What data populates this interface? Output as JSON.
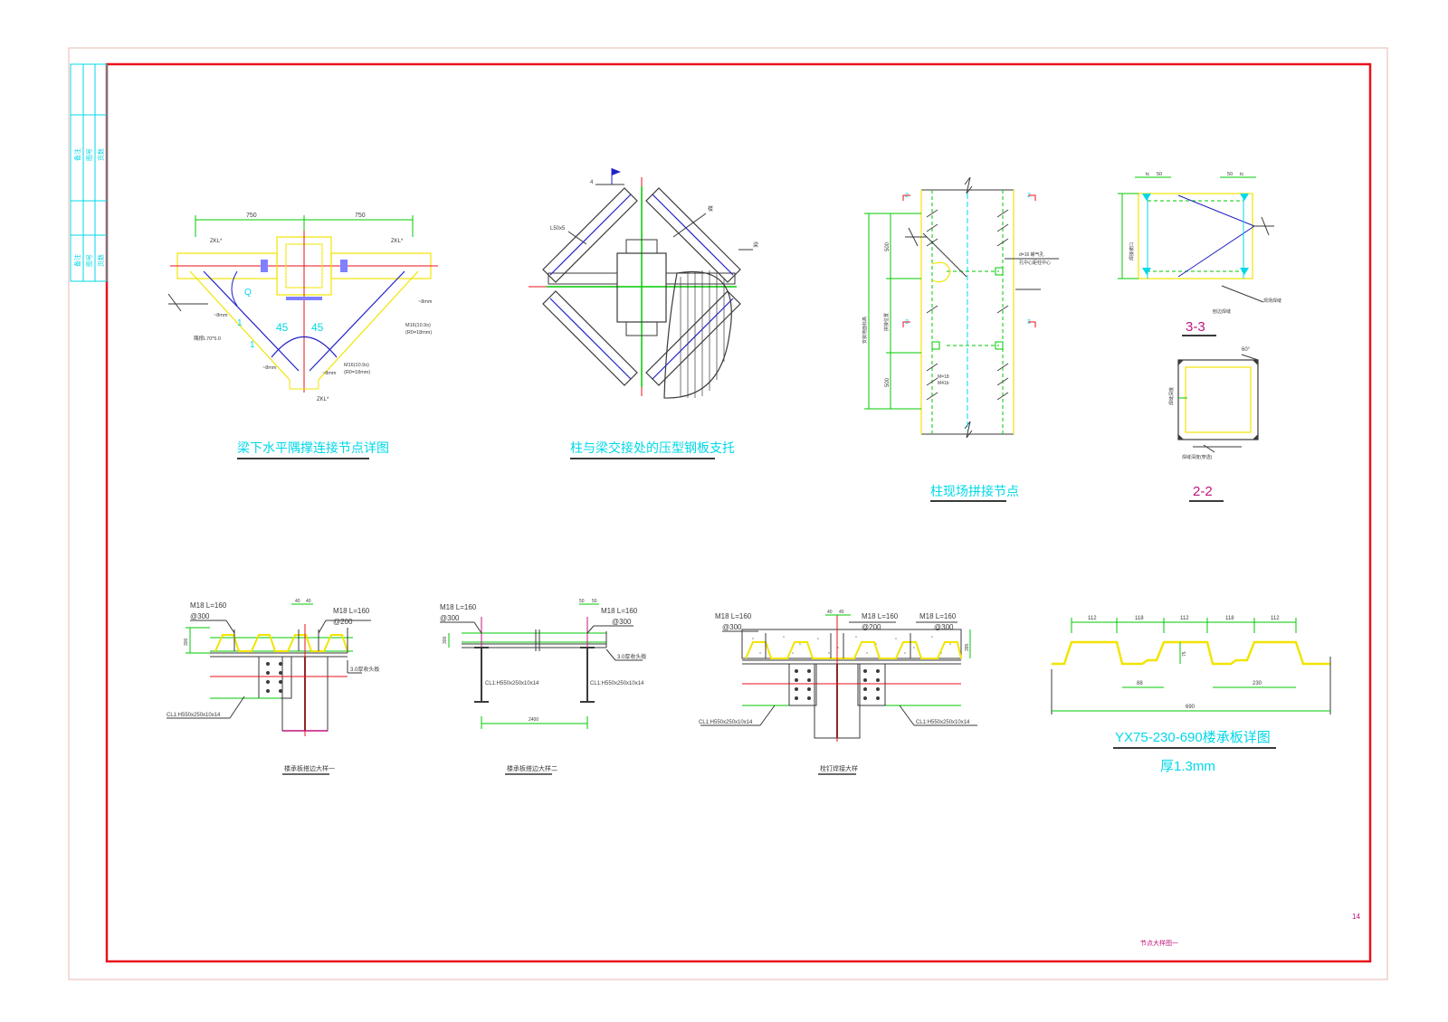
{
  "title_block": {
    "col_a": "备注",
    "col_b": "图号",
    "col_c": "页数"
  },
  "details": {
    "d1": {
      "title": "梁下水平隅撑连接节点详图",
      "dim_left": "750",
      "dim_right": "750",
      "angle_a": "45",
      "angle_b": "45",
      "note_m16_a": "M16(10.9s)",
      "note_m16_a2": "(R0=18mm)",
      "note_m16_b": "M16(10.9s)",
      "note_m16_b2": "(R0=18mm)",
      "note_8mm_a": "~8mm",
      "note_8mm_b": "~8mm",
      "note_8mm_c": "~8mm",
      "note_8mm_d": "~8mm",
      "note_plate": "隅撑L70*5.0",
      "label_gl_left": "ZKL*",
      "label_gl_right": "ZKL*",
      "label_gl_bottom": "ZKL*",
      "label_1a": "1",
      "label_1b": "1",
      "label_q": "Q"
    },
    "d2": {
      "title": "柱与梁交接处的压型钢板支托",
      "label_l50": "L50x5",
      "label_4": "4",
      "label_top": "楼",
      "label_right": "梁"
    },
    "d3": {
      "title": "柱现场拼接节点",
      "dim_500a": "500",
      "dim_500b": "500",
      "note_d16": "d=16 螺气孔",
      "note_d16b": "孔中心距柱中心",
      "note_m16": "M=18",
      "note_m16b": "M41b",
      "label_2a": "2",
      "label_2b": "2",
      "label_3a": "3",
      "label_3b": "3",
      "side_text": "安装地面标高",
      "side_text2": "拼接位置"
    },
    "d4": {
      "title_33": "3-3",
      "title_22": "2-2",
      "dim_50a": "50",
      "dim_50b": "50",
      "dim_tc_a": "tc",
      "dim_tc_b": "tc",
      "angle_60": "60°",
      "note_a": "现场焊缝",
      "note_b": "刨边焊缝",
      "note_c": "焊接坡口",
      "note_d": "焊缝深度(穿透)",
      "side_22": "焊缝深度"
    },
    "d5": {
      "caption": "楼承板搭边大样一",
      "bolt_a": "M18 L=160",
      "bolt_a2": "@300",
      "bolt_b": "M18 L=160",
      "bolt_b2": "@200",
      "dim_40a": "40",
      "dim_40b": "40",
      "dim_300": "300",
      "note_plate": "3.0厚收头板",
      "beam": "CL1:H550x250x10x14"
    },
    "d6": {
      "caption": "楼承板搭边大样二",
      "bolt_a": "M18 L=160",
      "bolt_a2": "@300",
      "bolt_b": "M18 L=160",
      "bolt_b2": "@300",
      "dim_50a": "50",
      "dim_50b": "50",
      "dim_300": "300",
      "dim_2400": "2400",
      "note_plate": "3.0厚收头板",
      "beam_a": "CL1:H550x250x10x14",
      "beam_b": "CL1:H550x250x10x14"
    },
    "d7": {
      "caption": "栓钉焊接大样",
      "bolt_a": "M18 L=160",
      "bolt_a2": "@300",
      "bolt_b": "M18 L=160",
      "bolt_b2": "@200",
      "bolt_c": "M18 L=160",
      "bolt_c2": "@300",
      "dim_40a": "40",
      "dim_40b": "40",
      "dim_395": "395",
      "beam_a": "CL1:H550x250x10x14",
      "beam_b": "CL1:H550x250x10x14"
    },
    "d8": {
      "title": "YX75-230-690楼承板详图",
      "subtitle": "厚1.3mm",
      "dim_112a": "112",
      "dim_118a": "118",
      "dim_112b": "112",
      "dim_118b": "118",
      "dim_112c": "112",
      "dim_88": "88",
      "dim_230": "230",
      "dim_690": "690",
      "dim_75": "75"
    }
  },
  "sheet_number": "14",
  "sheet_title": "节点大样图一",
  "colors": {
    "frame": "#e8121a",
    "cyan": "#00d8e8",
    "yellow": "#f2e400",
    "green": "#00c800",
    "magenta": "#c0147c",
    "blue": "#2020c8"
  }
}
